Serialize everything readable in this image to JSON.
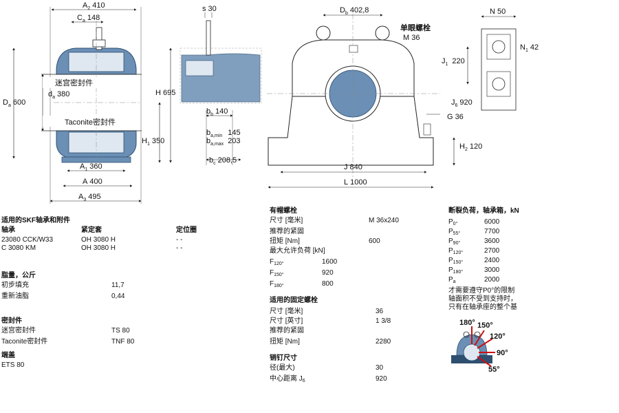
{
  "dims": {
    "A2": "A",
    "A2_sub": "2",
    "A2_val": "410",
    "Ca": "C",
    "Ca_sub": "a",
    "Ca_val": "148",
    "Da": "D",
    "Da_sub": "a",
    "Da_val": "600",
    "da": "d",
    "da_sub": "a",
    "da_val": "380",
    "H": "H",
    "H_val": "695",
    "H1": "H",
    "H1_sub": "1",
    "H1_val": "350",
    "A1": "A",
    "A1_sub": "1",
    "A1_val": "360",
    "A": "A",
    "A_val": "400",
    "A3": "A",
    "A3_sub": "3",
    "A3_val": "495",
    "s": "s",
    "s_val": "30",
    "bb": "b",
    "bb_sub": "b",
    "bb_val": "140",
    "bamin": "b",
    "bamin_sub": "a,min",
    "bamin_val": "145",
    "bamax": "b",
    "bamax_sub": "a,max",
    "bamax_val": "203",
    "bc": "b",
    "bc_sub": "c",
    "bc_val": "208,5",
    "Db": "D",
    "Db_sub": "b",
    "Db_val": "402,8",
    "bolt_title": "单眼螺栓",
    "bolt_val": "M 36",
    "J1": "J",
    "J1_sub": "1",
    "J1_val": "220",
    "J": "J",
    "J_val": "840",
    "L": "L",
    "L_val": "1000",
    "N": "N",
    "N_val": "50",
    "N1": "N",
    "N1_sub": "1",
    "N1_val": "42",
    "J6": "J",
    "J6_sub": "6",
    "J6_val": "920",
    "G": "G",
    "G_val": "36",
    "H2": "H",
    "H2_sub": "2",
    "H2_val": "120"
  },
  "seal_labels": {
    "labyrinth": "迷宫密封件",
    "taconite": "Taconite密封件"
  },
  "left_table": {
    "section1_title": "适用的SKF轴承和附件",
    "col_bearing": "轴承",
    "col_sleeve": "紧定套",
    "col_locating": "定位圈",
    "rows": [
      {
        "bearing": "23080 CCK/W33",
        "sleeve": "OH 3080 H",
        "locating": "-  -"
      },
      {
        "bearing": "C 3080 KM",
        "sleeve": "OH 3080 H",
        "locating": "-  -"
      }
    ],
    "section2_title": "脂量，公斤",
    "grease_rows": [
      {
        "label": "初步填充",
        "value": "11,7"
      },
      {
        "label": "重新油脂",
        "value": "0,44"
      }
    ],
    "section3_title": "密封件",
    "seal_rows": [
      {
        "label": "迷宫密封件",
        "value": "TS 80"
      },
      {
        "label": "Taconite密封件",
        "value": "TNF 80"
      }
    ],
    "section4_title": "端盖",
    "end_cover": "ETS 80"
  },
  "mid_table": {
    "cap_bolts_title": "有帽螺栓",
    "cap_size_label": "尺寸 [毫米]",
    "cap_size_value": "M 36x240",
    "cap_torque_hdr": "推荐的紧固",
    "cap_torque_label": "扭矩 [Nm]",
    "cap_torque_value": "600",
    "max_load_label": "最大允许负荷 [kN]",
    "loads": [
      {
        "label": "F",
        "sub": "120°",
        "value": "1600"
      },
      {
        "label": "F",
        "sub": "150°",
        "value": "920"
      },
      {
        "label": "F",
        "sub": "180°",
        "value": "800"
      }
    ],
    "fix_bolts_title": "适用的固定螺栓",
    "fix_mm_label": "尺寸 [毫米]",
    "fix_mm_value": "36",
    "fix_in_label": "尺寸 [英寸]",
    "fix_in_value": "1 3/8",
    "fix_torque_hdr": "推荐的紧固",
    "fix_torque_label": "扭矩 [Nm]",
    "fix_torque_value": "2280",
    "dowel_title": "销钉尺寸",
    "dowel_dia_label": "径(最大)",
    "dowel_dia_value": "30",
    "dowel_dist_label": "中心距离 J",
    "dowel_dist_sub": "6",
    "dowel_dist_value": "920"
  },
  "right_table": {
    "title": "断裂负荷，轴承箱，kN",
    "rows": [
      {
        "label": "P",
        "sub": "0°",
        "value": "6000"
      },
      {
        "label": "P",
        "sub": "55°",
        "value": "7700"
      },
      {
        "label": "P",
        "sub": "90°",
        "value": "3600"
      },
      {
        "label": "P",
        "sub": "120°",
        "value": "2700"
      },
      {
        "label": "P",
        "sub": "150°",
        "value": "2400"
      },
      {
        "label": "P",
        "sub": "180°",
        "value": "3000"
      },
      {
        "label": "P",
        "sub": "a",
        "value": "2000"
      }
    ],
    "note1": "才需要遵守P0°的限制",
    "note2": "轴面积不受到支持时，",
    "note3": "只有在轴承座的整个基",
    "angles": [
      "180°",
      "150°",
      "120°",
      "90°",
      "55°"
    ]
  },
  "colors": {
    "housing_blue": "#6b8fb5",
    "housing_dark": "#2f4f70",
    "bearing_light": "#dfe8f1",
    "line": "#222222",
    "arrow_red": "#cc1111"
  }
}
